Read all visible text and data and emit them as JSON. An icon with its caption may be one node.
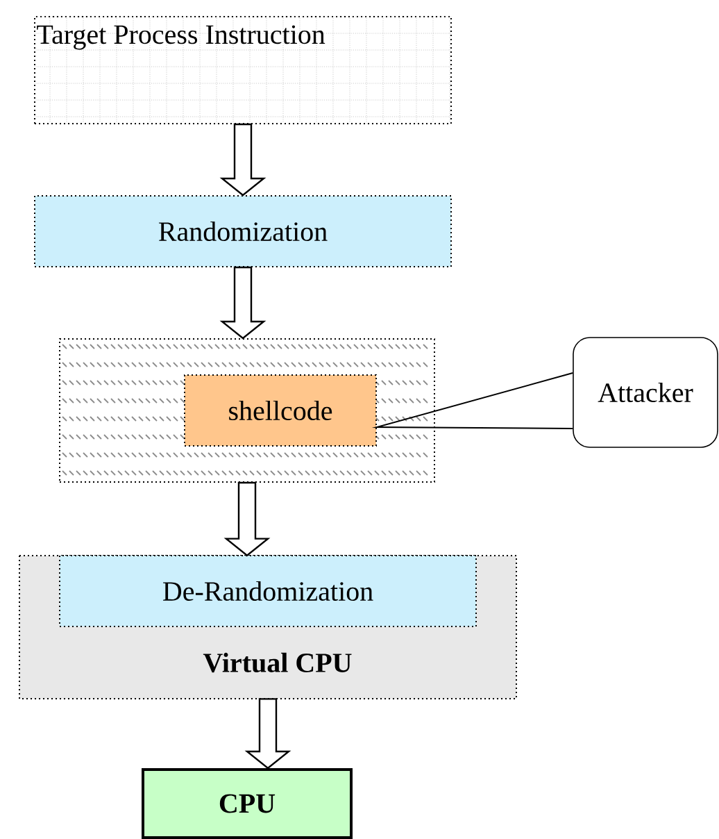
{
  "diagram": {
    "nodes": [
      {
        "text": [
          "Target Process Instruction"
        ]
      },
      {
        "text": [
          "Randomization"
        ]
      },
      {
        "text": [],
        "shape": "box"
      },
      {
        "text": [
          "shellcode"
        ],
        "in": 2
      },
      {
        "text": [
          "Attacker"
        ]
      },
      {
        "text": [
          "De-Randomization",
          "Virtual CPU"
        ]
      },
      {
        "text": [
          "CPU"
        ]
      }
    ],
    "edges": [
      {
        "from": 0,
        "to": 1,
        "arrow": "to"
      },
      {
        "from": 1,
        "to": 2,
        "arrow": "to"
      },
      {
        "from": 4,
        "to": 3,
        "arrow": "none"
      },
      {
        "from": 2,
        "to": 5,
        "arrow": "to"
      },
      {
        "from": 5,
        "to": 6,
        "arrow": "to"
      }
    ]
  }
}
